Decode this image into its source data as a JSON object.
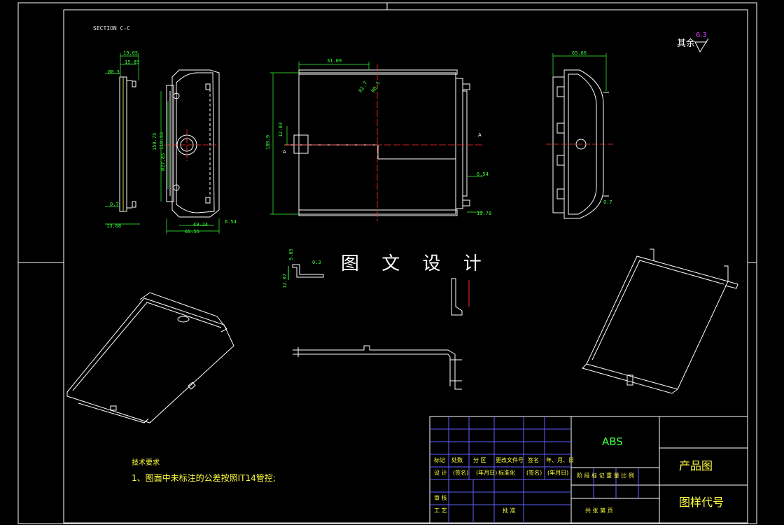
{
  "drawing": {
    "section_label": "SECTION C-C",
    "watermark": "图 文 设 计",
    "roughness_label": "其余",
    "roughness_value": "6.3",
    "tech_req_title": "技术要求",
    "tech_req_item": "1、图面中未标注的公差按照IT14管控;",
    "colors": {
      "background": "#000000",
      "frame": "#ffffff",
      "dimension": "#38ff38",
      "centerline": "#ff3030",
      "annotation": "#ffff40",
      "accent": "#d040ff"
    }
  },
  "dimensions": {
    "d1905": "19.05",
    "d1585": "15.85",
    "d03a": "Ø0.3",
    "d07a": "0.7",
    "d1368": "13.68",
    "d15975": "159.75",
    "d11855": "118.55",
    "d2785": "Ø27.85",
    "d4924": "49.24",
    "d6554": "65.55",
    "d654a": "6.54",
    "d3109": "31.09",
    "d1889": "188.9",
    "d1203": "12.03",
    "d27": "R2.7",
    "d01": "R0.1",
    "d654b": "6.54",
    "d1978": "19.78",
    "d6566": "65.66",
    "d07b": "0.7",
    "d965": "9.65",
    "d1207": "12.07",
    "d03b": "0.3",
    "arrowA1": "A",
    "arrowA2": "A"
  },
  "title_block": {
    "material": "ABS",
    "product": "产品图",
    "drawing_no_label": "图样代号",
    "rev_headers": [
      "标记",
      "处数",
      "分 区",
      "更改文件号",
      "签名",
      "年、月、日"
    ],
    "row_design": [
      "设 计",
      "(签名)",
      "(年月日)",
      "标准化",
      "(签名)",
      "(年月日)"
    ],
    "stage_headers": "阶 段 标 记    重 量  比 例",
    "row_check": "审 核",
    "row_process": "工 艺",
    "approve": "批 准",
    "sheet": "共    张  第    页"
  }
}
